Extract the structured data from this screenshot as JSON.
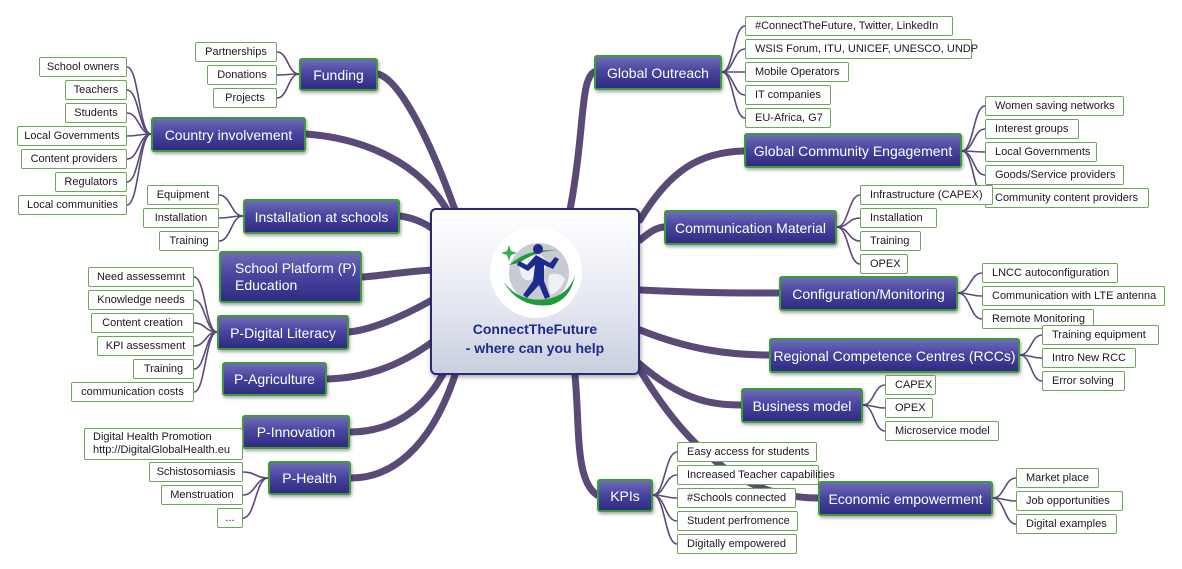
{
  "center": {
    "title": "ConnectTheFuture",
    "subtitle": "- where can you help"
  },
  "colors": {
    "branch_fill": "#4a46a0",
    "branch_border": "#3f9a3a",
    "leaf_border": "#6fa35f",
    "thick_link": "#5a4a78",
    "thin_link": "#5a4a78",
    "title_text": "#1f2b8c"
  },
  "icons": [
    "runner-globe-logo-icon"
  ],
  "funding": {
    "label": "Funding",
    "items": [
      "Partnerships",
      "Donations",
      "Projects"
    ]
  },
  "country": {
    "label": "Country involvement",
    "items": [
      "School owners",
      "Teachers",
      "Students",
      "Local Governments",
      "Content providers",
      "Regulators",
      "Local communities"
    ]
  },
  "installation": {
    "label": "Installation at schools",
    "items": [
      "Equipment",
      "Installation",
      "Training"
    ]
  },
  "school_platform": {
    "label": "School Platform (P) Education"
  },
  "digital_literacy": {
    "label": "P-Digital Literacy",
    "items": [
      "Need assessemnt",
      "Knowledge needs",
      "Content creation",
      "KPI assessment",
      "Training",
      "communication costs"
    ]
  },
  "agriculture": {
    "label": "P-Agriculture"
  },
  "innovation": {
    "label": "P-Innovation",
    "items": [
      "Digital Health Promotion\nhttp://DigitalGlobalHealth.eu"
    ]
  },
  "health": {
    "label": "P-Health",
    "items": [
      "Schistosomiasis",
      "Menstruation",
      "..."
    ]
  },
  "outreach": {
    "label": "Global Outreach",
    "items": [
      "#ConnectTheFuture, Twitter, LinkedIn",
      "WSIS Forum, ITU, UNICEF, UNESCO, UNDP",
      "Mobile Operators",
      "IT companies",
      "EU-Africa, G7"
    ]
  },
  "community": {
    "label": "Global Community Engagement",
    "items": [
      "Women saving networks",
      "Interest groups",
      "Local Governments",
      "Goods/Service providers",
      "Community content providers"
    ]
  },
  "communication": {
    "label": "Communication Material",
    "items": [
      "Infrastructure (CAPEX)",
      "Installation",
      "Training",
      "OPEX"
    ]
  },
  "config": {
    "label": "Configuration/Monitoring",
    "items": [
      "LNCC autoconfiguration",
      "Communication with LTE antenna",
      "Remote Monitoring"
    ]
  },
  "rcc": {
    "label": "Regional Competence Centres (RCCs)",
    "items": [
      "Training equipment",
      "Intro New RCC",
      "Error solving"
    ]
  },
  "business": {
    "label": "Business model",
    "items": [
      "CAPEX",
      "OPEX",
      "Microservice model"
    ]
  },
  "kpis": {
    "label": "KPIs",
    "items": [
      "Easy access for students",
      "Increased Teacher capabilities",
      "#Schools connected",
      "Student perfromence",
      "Digitally empowered"
    ]
  },
  "economic": {
    "label": "Economic empowerment",
    "items": [
      "Market place",
      "Job opportunities",
      "Digital examples"
    ]
  }
}
